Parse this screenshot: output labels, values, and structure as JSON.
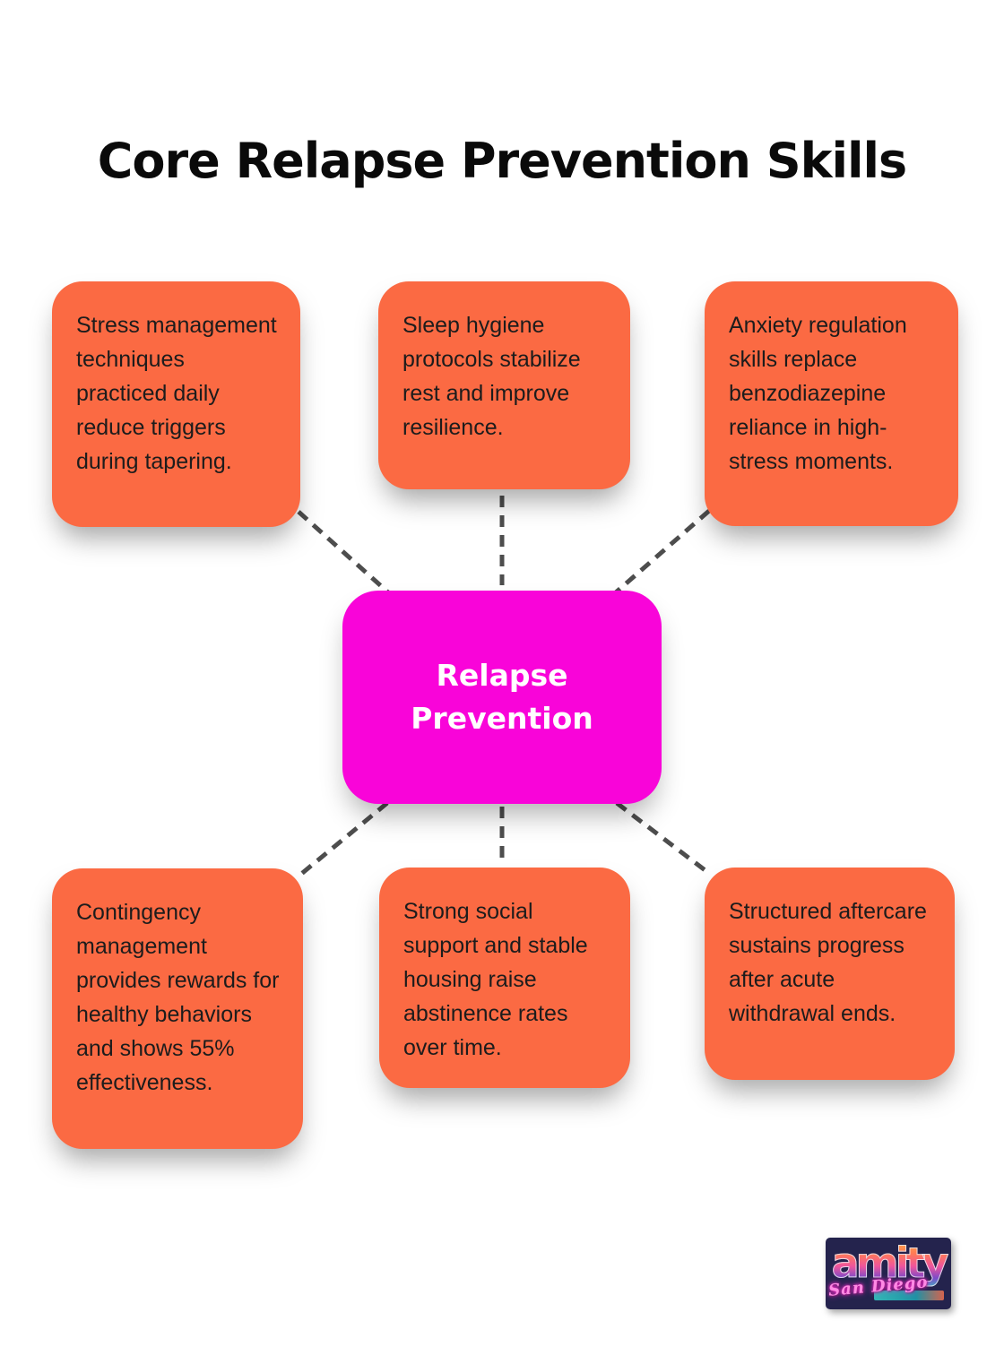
{
  "title": "Core Relapse Prevention Skills",
  "center": {
    "label": "Relapse Prevention"
  },
  "nodes": [
    {
      "id": "stress",
      "text": "Stress management techniques practiced daily reduce triggers during tapering."
    },
    {
      "id": "sleep",
      "text": "Sleep hygiene protocols stabilize rest and improve resilience."
    },
    {
      "id": "anxiety",
      "text": "Anxiety regulation skills replace benzodiazepine reliance in high-stress moments."
    },
    {
      "id": "contingency",
      "text": "Contingency management provides rewards for healthy behaviors and shows 55% effectiveness."
    },
    {
      "id": "social",
      "text": "Strong social support and stable housing raise abstinence rates over time."
    },
    {
      "id": "aftercare",
      "text": "Structured aftercare sustains progress after acute withdrawal ends."
    }
  ],
  "colors": {
    "node_fill": "#FB6A43",
    "node_text": "#1C1C1C",
    "center_fill": "#F904D9",
    "center_text": "#FFFFFF",
    "connector": "#4D4D4D",
    "title_text": "#0A0A0A"
  },
  "logo": {
    "brand": "amity",
    "subtitle": "San Diego"
  }
}
